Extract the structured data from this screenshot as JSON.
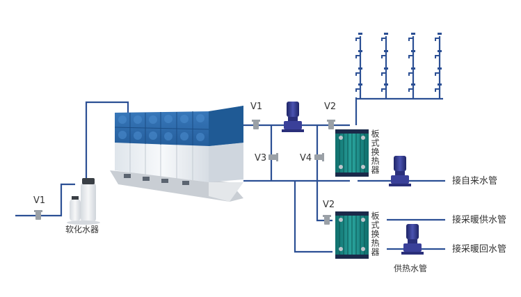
{
  "labels": {
    "v1_top": "V1",
    "v2_top": "V2",
    "v3": "V3",
    "v4": "V4",
    "v1_left": "V1",
    "v2_bottom": "V2",
    "softener": "软化水器",
    "heat_exchanger_top": "板式换热器",
    "heat_exchanger_bottom": "板式换热器",
    "tap_water": "接自来水管",
    "heating_supply": "接采暖供水管",
    "heating_return": "接采暖回水管",
    "heat_supply": "供热水管"
  },
  "colors": {
    "pipe": "#2b4f94",
    "tank_blue": "#2d6aa8",
    "tank_white": "#eef2f6",
    "exchanger": "#1f8a86",
    "pump_body": "#2a2f7a",
    "valve": "#9aa0a6"
  },
  "icons": {
    "valve": "valve-icon",
    "pump": "pump-icon",
    "tap": "faucet-icon",
    "tank": "water-tank-icon",
    "softener": "water-softener-icon",
    "exchanger": "plate-heat-exchanger-icon"
  }
}
